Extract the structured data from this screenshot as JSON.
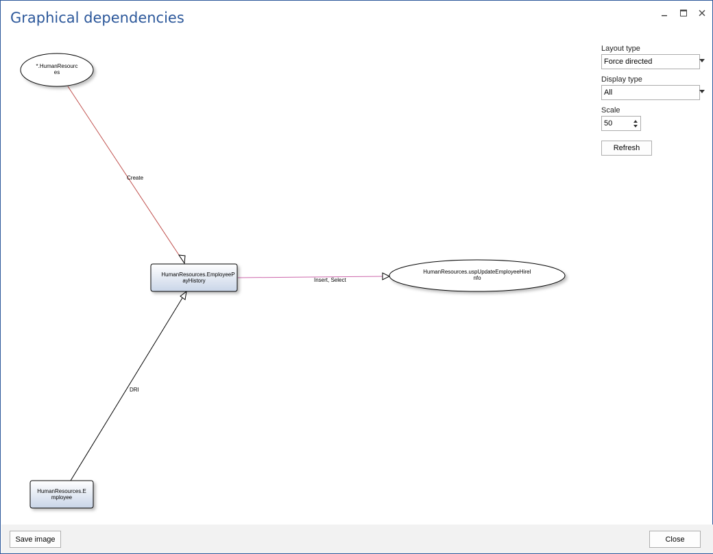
{
  "window": {
    "title": "Graphical dependencies",
    "minimize_icon": "minimize-icon",
    "maximize_icon": "maximize-icon",
    "close_icon": "close-icon"
  },
  "graph": {
    "nodes": [
      {
        "id": "hr_schema",
        "shape": "ellipse",
        "lines": [
          "*.HumanResourc",
          "es"
        ]
      },
      {
        "id": "pay_history",
        "shape": "rect",
        "lines": [
          "HumanResources.EmployeeP",
          "ayHistory"
        ]
      },
      {
        "id": "usp_update",
        "shape": "ellipse",
        "lines": [
          "HumanResources.uspUpdateEmployeeHireI",
          "nfo"
        ]
      },
      {
        "id": "employee",
        "shape": "rect",
        "lines": [
          "HumanResources.E",
          "mployee"
        ]
      }
    ],
    "edges": [
      {
        "from": "hr_schema",
        "to": "pay_history",
        "label": "Create",
        "color": "#c0504d"
      },
      {
        "from": "pay_history",
        "to": "usp_update",
        "label": "Insert, Select",
        "color": "#cc66aa"
      },
      {
        "from": "employee",
        "to": "pay_history",
        "label": "DRI",
        "color": "#000000"
      }
    ]
  },
  "panel": {
    "layout_type_label": "Layout type",
    "layout_type_value": "Force directed",
    "display_type_label": "Display type",
    "display_type_value": "All",
    "scale_label": "Scale",
    "scale_value": "50",
    "refresh_label": "Refresh"
  },
  "footer": {
    "save_image_label": "Save image",
    "close_label": "Close"
  }
}
